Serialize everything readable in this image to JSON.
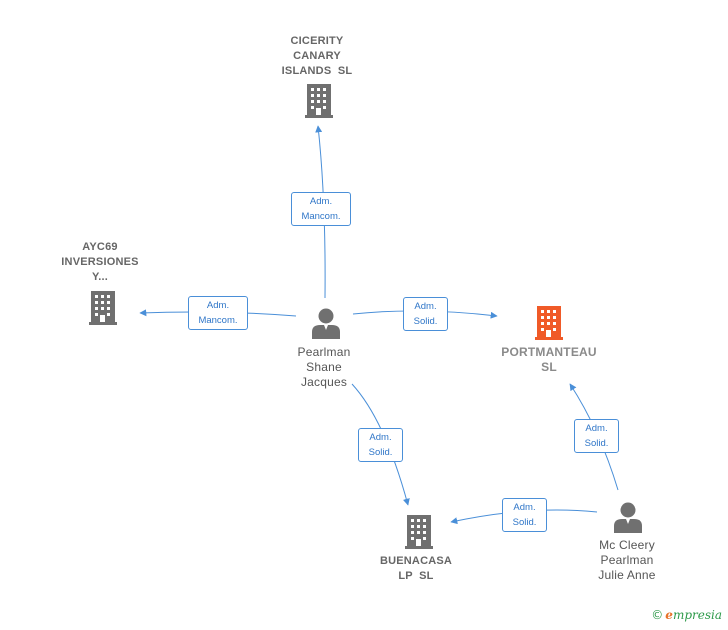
{
  "colors": {
    "edge": "#4a8fd8",
    "company": "#707070",
    "company_main": "#f05a28",
    "person": "#707070"
  },
  "nodes": {
    "cicerity": {
      "lines": [
        "CICERITY",
        "CANARY",
        "ISLANDS  SL"
      ],
      "icon": "building-icon"
    },
    "ayc69": {
      "lines": [
        "AYC69",
        "INVERSIONES",
        "Y..."
      ],
      "icon": "building-icon"
    },
    "portmanteau": {
      "lines": [
        "PORTMANTEAU",
        "SL"
      ],
      "icon": "building-icon"
    },
    "buenacasa": {
      "lines": [
        "BUENACASA",
        "LP  SL"
      ],
      "icon": "building-icon"
    },
    "pearlman": {
      "lines": [
        "Pearlman",
        "Shane",
        "Jacques"
      ],
      "icon": "person-icon"
    },
    "mccleery": {
      "lines": [
        "Mc Cleery",
        "Pearlman",
        "Julie Anne"
      ],
      "icon": "person-icon"
    }
  },
  "edges": {
    "to_cicerity": {
      "lines": [
        "Adm.",
        "Mancom."
      ]
    },
    "to_ayc69": {
      "lines": [
        "Adm.",
        "Mancom."
      ]
    },
    "to_portmanteau": {
      "lines": [
        "Adm.",
        "Solid."
      ]
    },
    "to_buenacasa": {
      "lines": [
        "Adm.",
        "Solid."
      ]
    },
    "mc_to_portmanteau": {
      "lines": [
        "Adm.",
        "Solid."
      ]
    },
    "mc_to_buenacasa": {
      "lines": [
        "Adm.",
        "Solid."
      ]
    }
  },
  "footer": {
    "copyright": "©",
    "brand_e": "e",
    "brand_rest": "mpresia"
  }
}
